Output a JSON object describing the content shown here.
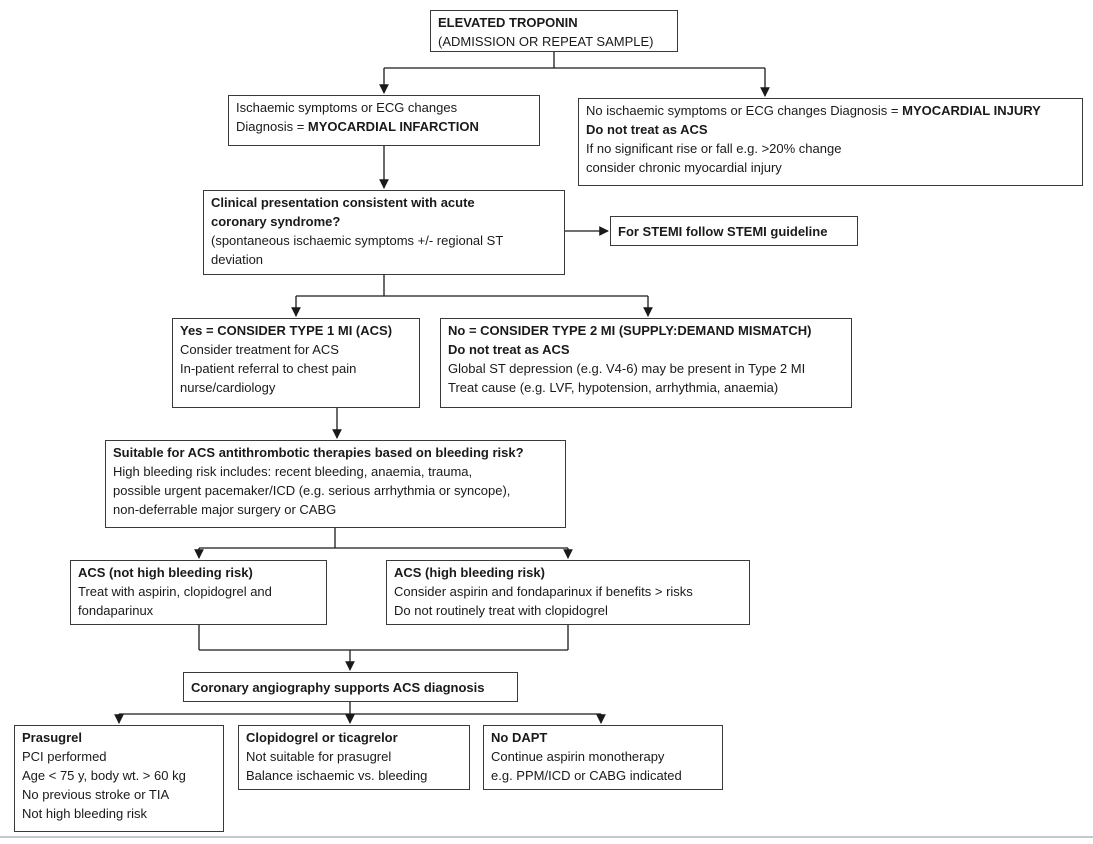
{
  "title": "Elevated troponin flowchart",
  "colors": {
    "box_border": "#3a3a3a",
    "text": "#1a1a1a",
    "connector": "#1a1a1a",
    "page_divider": "#c8c8c8",
    "background": "#ffffff"
  },
  "nodes": {
    "elevated_troponin": {
      "line1": "ELEVATED TROPONIN",
      "line2": "(ADMISSION OR REPEAT SAMPLE)"
    },
    "myocardial_infarction": {
      "line1": "Ischaemic symptoms or ECG changes",
      "line2_normal": "Diagnosis = ",
      "line2_bold": "MYOCARDIAL INFARCTION"
    },
    "myocardial_injury": {
      "line1_normal": "No ischaemic symptoms or ECG changes Diagnosis = ",
      "line1_bold": "MYOCARDIAL INJURY",
      "line2": "Do not treat as ACS",
      "line3": "If no significant rise or fall e.g. >20% change",
      "line4": "consider chronic myocardial injury"
    },
    "clinical_presentation": {
      "line1": "Clinical presentation consistent with acute",
      "line2": "coronary syndrome?",
      "line3": "(spontaneous ischaemic symptoms +/- regional ST",
      "line4": "deviation"
    },
    "stemi": {
      "line1": "For STEMI follow STEMI guideline"
    },
    "type1_mi": {
      "line1": "Yes = CONSIDER TYPE 1 MI (ACS)",
      "line2": "Consider treatment for ACS",
      "line3": "In-patient referral to chest pain",
      "line4": "nurse/cardiology"
    },
    "type2_mi": {
      "line1": "No = CONSIDER TYPE 2 MI (SUPPLY:DEMAND MISMATCH)",
      "line2": "Do not treat as ACS",
      "line3": "Global ST depression (e.g. V4-6) may be present in Type 2 MI",
      "line4": "Treat cause (e.g. LVF, hypotension, arrhythmia, anaemia)"
    },
    "bleeding_risk": {
      "line1": "Suitable for ACS antithrombotic therapies based on bleeding risk?",
      "line2": "High bleeding risk includes: recent bleeding, anaemia, trauma,",
      "line3": "possible urgent pacemaker/ICD (e.g. serious arrhythmia or syncope),",
      "line4": "non-deferrable major surgery or CABG"
    },
    "acs_not_high_risk": {
      "line1": "ACS (not high bleeding risk)",
      "line2": "Treat with aspirin, clopidogrel and",
      "line3": "fondaparinux"
    },
    "acs_high_risk": {
      "line1": "ACS (high bleeding risk)",
      "line2": "Consider aspirin and fondaparinux if benefits > risks",
      "line3": "Do not routinely treat with clopidogrel"
    },
    "angiography": {
      "line1": "Coronary angiography supports ACS diagnosis"
    },
    "prasugrel": {
      "line1": "Prasugrel",
      "line2": "PCI performed",
      "line3": "Age < 75 y, body wt. > 60 kg",
      "line4": "No previous stroke or TIA",
      "line5": "Not high bleeding risk"
    },
    "clopidogrel_ticagrelor": {
      "line1": "Clopidogrel or ticagrelor",
      "line2": "Not suitable for prasugrel",
      "line3": "Balance ischaemic vs. bleeding"
    },
    "no_dapt": {
      "line1": "No DAPT",
      "line2": "Continue aspirin monotherapy",
      "line3": "e.g. PPM/ICD or CABG indicated"
    }
  }
}
